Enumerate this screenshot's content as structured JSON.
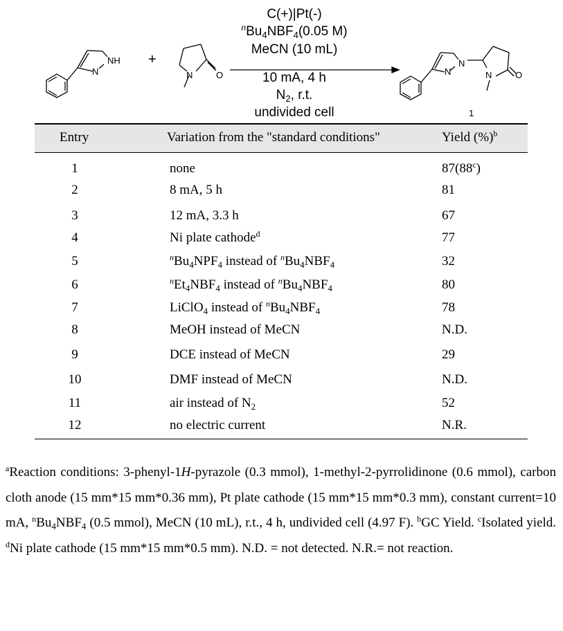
{
  "scheme": {
    "plus": "+",
    "reactant1_nh": "NH",
    "reactant1_n": "N",
    "reactant2_n": "N",
    "reactant2_o": "O",
    "product_n1": "N",
    "product_n2": "N",
    "product_n3": "N",
    "product_o": "O",
    "product_label": "1",
    "cond1": "C(+)|Pt(-)",
    "cond2_pre": "n",
    "cond2_a": "Bu",
    "cond2_sub1": "4",
    "cond2_b": "NBF",
    "cond2_sub2": "4",
    "cond2_c": "(0.05 M)",
    "cond3": "MeCN (10 mL)",
    "cond4": "10 mA, 4 h",
    "cond5_a": "N",
    "cond5_sub": "2",
    "cond5_b": ", r.t.",
    "cond6": "undivided cell"
  },
  "table": {
    "headers": {
      "entry": "Entry",
      "variation": "Variation from the \"standard conditions\"",
      "yield": "Yield (%)",
      "yield_sup": "b"
    },
    "rows": [
      {
        "entry": "1",
        "yield": "87(88",
        "yield_sup": "c",
        "yield_tail": ")"
      },
      {
        "entry": "2",
        "variation": "8 mA, 5 h",
        "yield": "81"
      },
      {
        "entry": "3",
        "variation": "12 mA, 3.3 h",
        "yield": "67"
      },
      {
        "entry": "4",
        "yield": "77"
      },
      {
        "entry": "5",
        "yield": "32"
      },
      {
        "entry": "6",
        "yield": "80"
      },
      {
        "entry": "7",
        "yield": "78"
      },
      {
        "entry": "8",
        "variation": "MeOH instead of MeCN",
        "yield": "N.D."
      },
      {
        "entry": "9",
        "variation": "DCE instead of MeCN",
        "yield": "29"
      },
      {
        "entry": "10",
        "variation": "DMF instead of MeCN",
        "yield": "N.D."
      },
      {
        "entry": "11",
        "yield": "52"
      },
      {
        "entry": "12",
        "variation": "no electric current",
        "yield": "N.R."
      }
    ],
    "r1": {
      "variation": "none"
    },
    "r4": {
      "text": "Ni plate cathode",
      "sup": "d"
    },
    "r5": {
      "n1": "n",
      "a": "Bu",
      "s1": "4",
      "b": "NPF",
      "s2": "4",
      "mid": " instead of ",
      "n2": "n",
      "c": "Bu",
      "s3": "4",
      "d": "NBF",
      "s4": "4"
    },
    "r6": {
      "n1": "n",
      "a": "Et",
      "s1": "4",
      "b": "NBF",
      "s2": "4",
      "mid": " instead of ",
      "n2": "n",
      "c": "Bu",
      "s3": "4",
      "d": "NBF",
      "s4": "4"
    },
    "r7": {
      "a": "LiClO",
      "s1": "4",
      "mid": " instead of ",
      "n2": "n",
      "c": "Bu",
      "s3": "4",
      "d": "NBF",
      "s4": "4"
    },
    "r11": {
      "a": "air instead of N",
      "s1": "2"
    }
  },
  "footnote": {
    "a_sup": "a",
    "a1": "Reaction conditions: 3-phenyl-1",
    "a1_italic": "H",
    "a2": "-pyrazole (0.3 mmol), 1-methyl-2-pyrrolidinone (0.6 mmol), carbon cloth anode (15 mm*15 mm*0.36 mm), Pt plate cathode (15 mm*15 mm*0.3 mm), constant current=10 mA, ",
    "n_sup": "n",
    "a3": "Bu",
    "a3_sub": "4",
    "a4": "NBF",
    "a4_sub": "4",
    "a5": " (0.5 mmol), MeCN (10 mL), r.t., 4 h, undivided cell (4.97 F). ",
    "b_sup": "b",
    "b": "GC Yield. ",
    "c_sup": "c",
    "c": "Isolated yield. ",
    "d_sup": "d",
    "d": "Ni plate cathode (15 mm*15 mm*0.5 mm). N.D. = not detected. N.R.= not reaction."
  }
}
